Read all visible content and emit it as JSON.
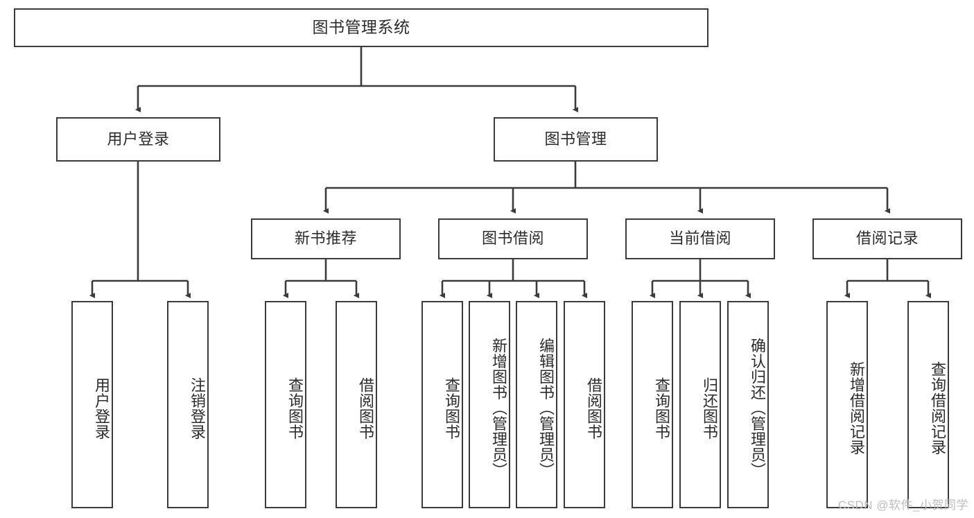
{
  "diagram": {
    "title": "图书管理系统",
    "type": "tree-hierarchy-chart",
    "root": {
      "label": "图书管理系统"
    },
    "level2": [
      {
        "label": "用户登录"
      },
      {
        "label": "图书管理"
      }
    ],
    "level3": [
      {
        "label": "新书推荐"
      },
      {
        "label": "图书借阅"
      },
      {
        "label": "当前借阅"
      },
      {
        "label": "借阅记录"
      }
    ],
    "leaves": {
      "user_login": [
        {
          "label": "用户登录"
        },
        {
          "label": "注销登录"
        }
      ],
      "new_book_recommend": [
        {
          "label": "查询图书"
        },
        {
          "label": "借阅图书"
        }
      ],
      "book_borrow": [
        {
          "label": "查询图书"
        },
        {
          "label": "新增图书（管理员）"
        },
        {
          "label": "编辑图书（管理员）"
        },
        {
          "label": "借阅图书"
        }
      ],
      "current_borrow": [
        {
          "label": "查询图书"
        },
        {
          "label": "归还图书"
        },
        {
          "label": "确认归还（管理员）"
        }
      ],
      "borrow_record": [
        {
          "label": "新增借阅记录"
        },
        {
          "label": "查询借阅记录"
        }
      ]
    }
  },
  "watermark": {
    "text": "CSDN @软件_小贺同学"
  },
  "colors": {
    "border": "#3b3b3b",
    "text": "#2b2b2b",
    "background": "#ffffff",
    "watermark": "#bdbdbd"
  }
}
